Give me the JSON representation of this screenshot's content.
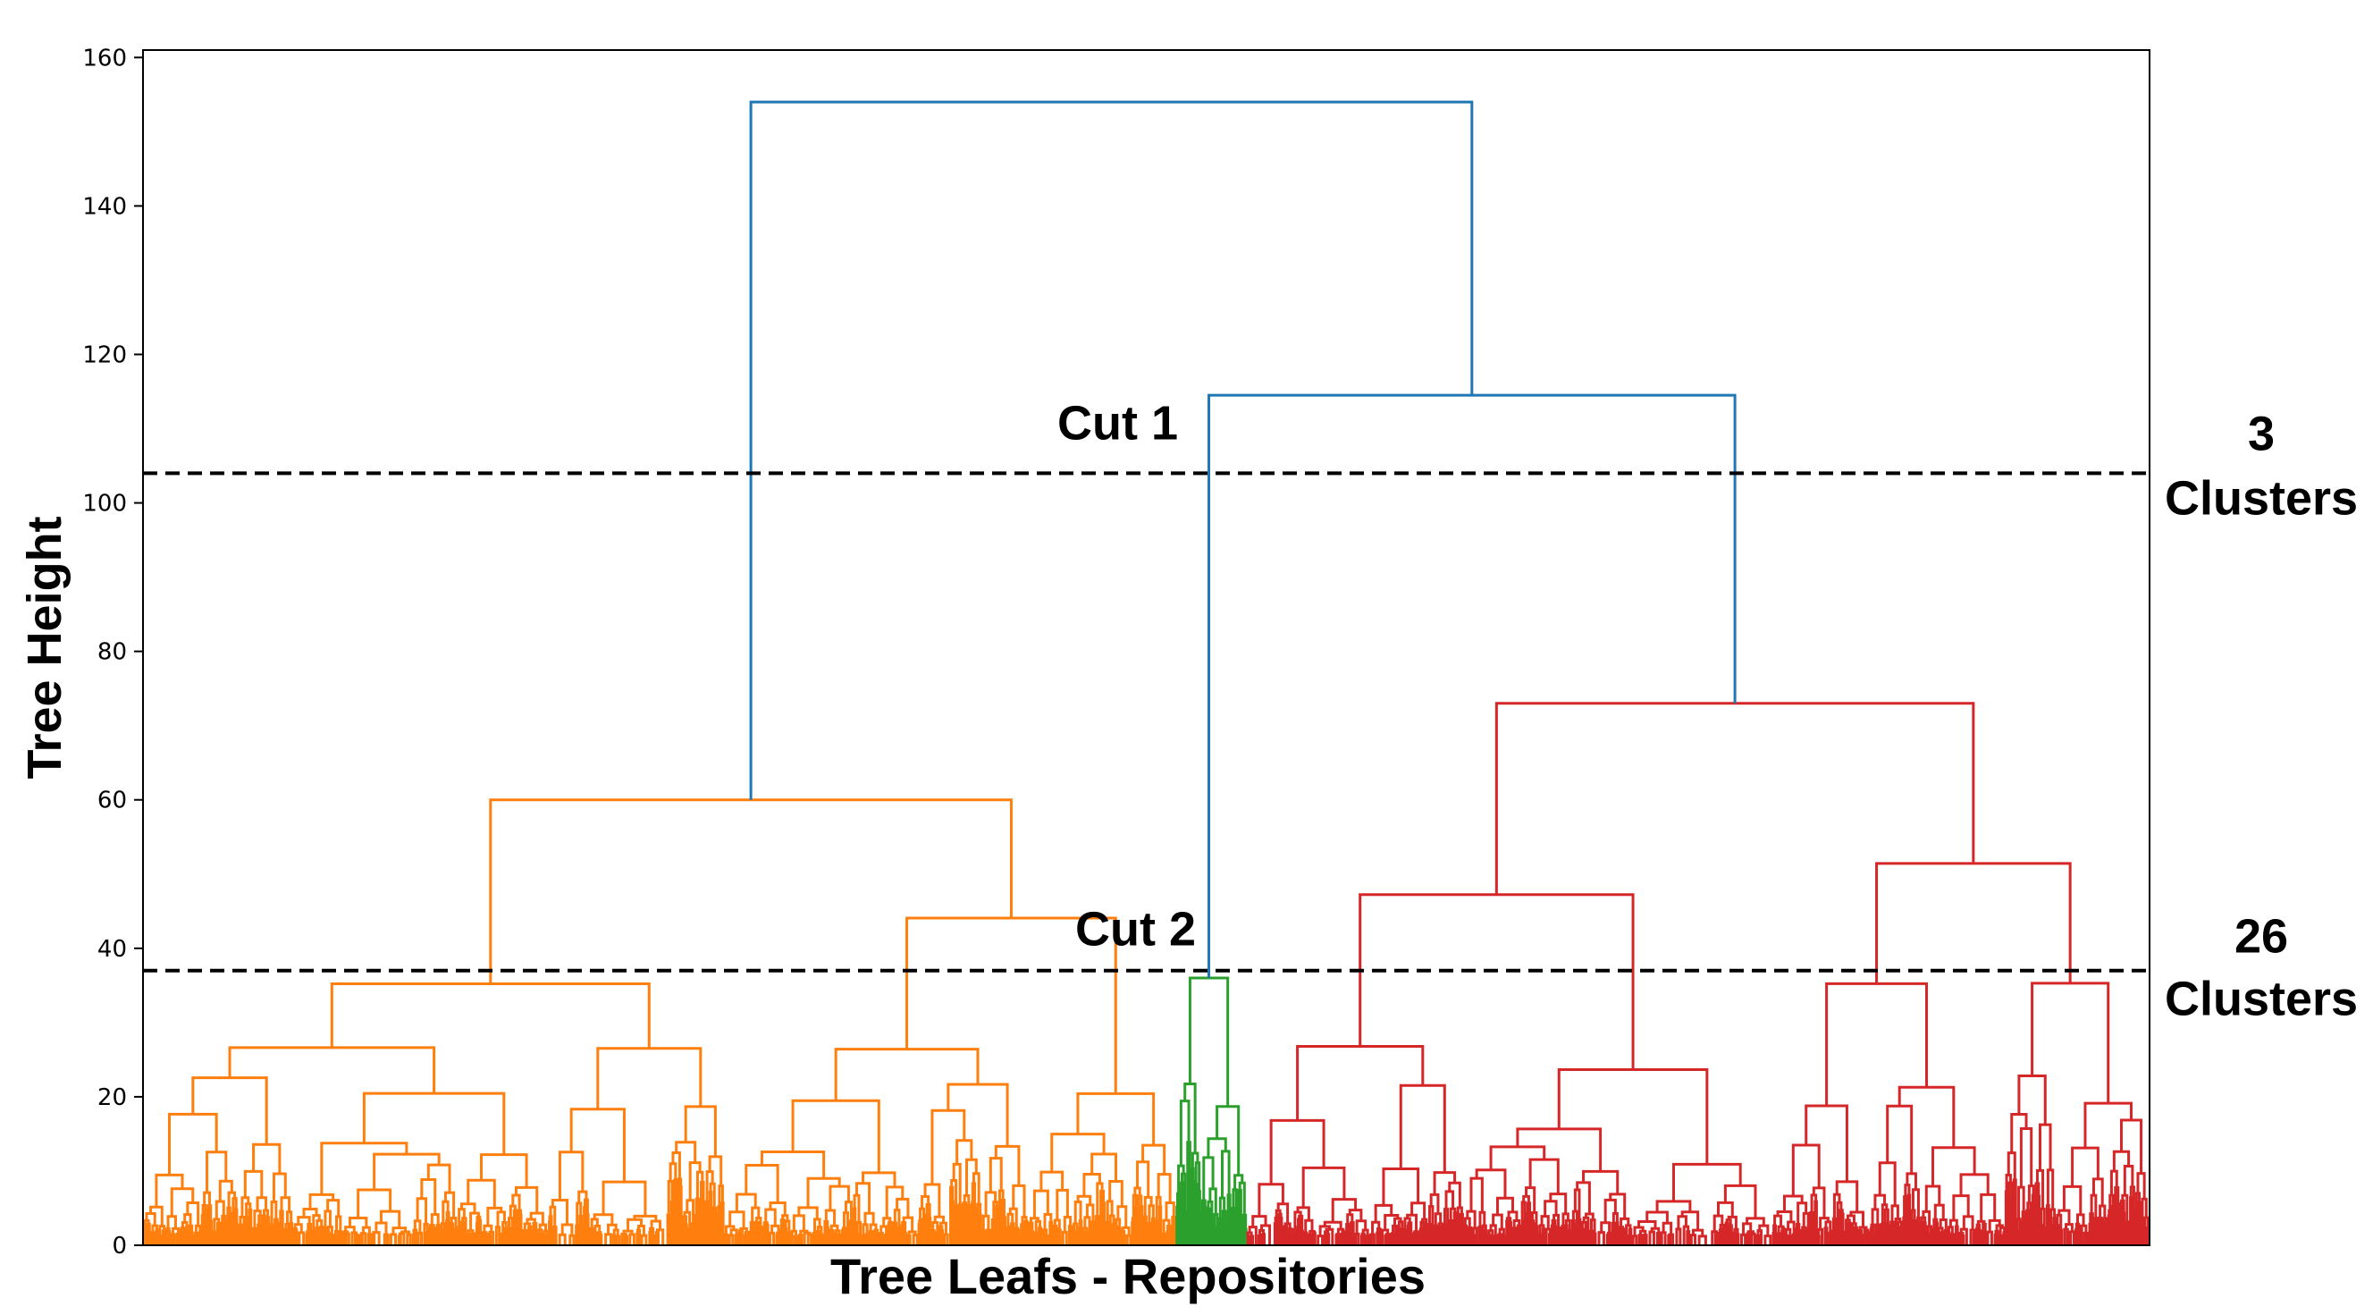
{
  "chart_data": {
    "type": "dendrogram",
    "xlabel": "Tree Leafs - Repositories",
    "ylabel": "Tree Height",
    "ylim": [
      0,
      161
    ],
    "yticks": [
      0,
      20,
      40,
      60,
      80,
      100,
      120,
      140,
      160
    ],
    "grid": false,
    "colors": {
      "root": "#1f77b4",
      "cluster_1": "#ff7f0e",
      "cluster_2": "#2ca02c",
      "cluster_3": "#d62728",
      "cut_line": "#000000"
    },
    "clusters": [
      {
        "name": "cluster_1",
        "color": "#ff7f0e",
        "leaf_share": 0.515,
        "merge_height": 60
      },
      {
        "name": "cluster_2",
        "color": "#2ca02c",
        "leaf_share": 0.035,
        "merge_height": 36
      },
      {
        "name": "cluster_3",
        "color": "#d62728",
        "leaf_share": 0.45,
        "merge_height": 73
      }
    ],
    "top_merges": [
      {
        "height": 154,
        "joins": [
          "cluster_1",
          "cluster_2+cluster_3"
        ]
      },
      {
        "height": 114.5,
        "joins": [
          "cluster_2",
          "cluster_3"
        ]
      }
    ],
    "cuts": [
      {
        "label": "Cut 1",
        "height": 104,
        "clusters_label_count": "3",
        "clusters_label_word": "Clusters"
      },
      {
        "label": "Cut 2",
        "height": 37,
        "clusters_label_count": "26",
        "clusters_label_word": "Clusters"
      }
    ]
  }
}
